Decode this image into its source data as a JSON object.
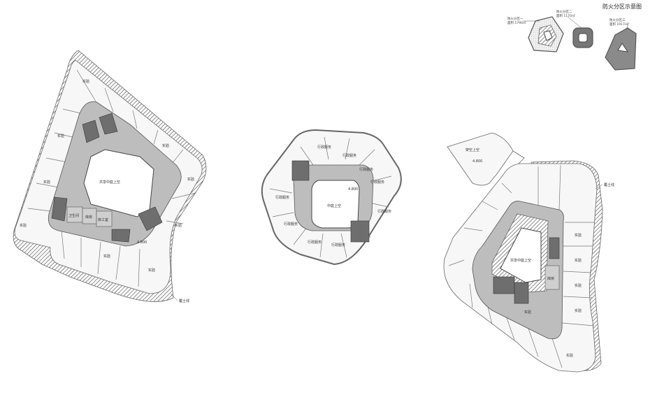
{
  "legend": {
    "title": "防火分区示意图",
    "items": [
      {
        "line1": "防火分区一",
        "line2": "面积 1790㎡"
      },
      {
        "line1": "防火分区二",
        "line2": "面积 1170㎡"
      },
      {
        "line1": "防火分区三",
        "line2": "面积 1917㎡"
      }
    ]
  },
  "plan_left": {
    "void_label": "共享中庭上空",
    "room_label": "实验",
    "core_labels": [
      "卫生间",
      "库房",
      "库工室"
    ],
    "elevation_mark": "4.800",
    "callout": "覆土线"
  },
  "plan_center": {
    "void_label": "中庭上空",
    "room_label": "行政服务",
    "elevation_mark": "4.800"
  },
  "plan_right": {
    "void_label": "共享中庭上空",
    "room_label": "实验",
    "core_label": "库房",
    "wing_label": "架空上空",
    "wing_elev": "4.800",
    "callout": "覆土线"
  },
  "colors": {
    "wall": "#e9e9e9",
    "corridor": "#bdbdbd",
    "core": "#6e6e6e"
  }
}
